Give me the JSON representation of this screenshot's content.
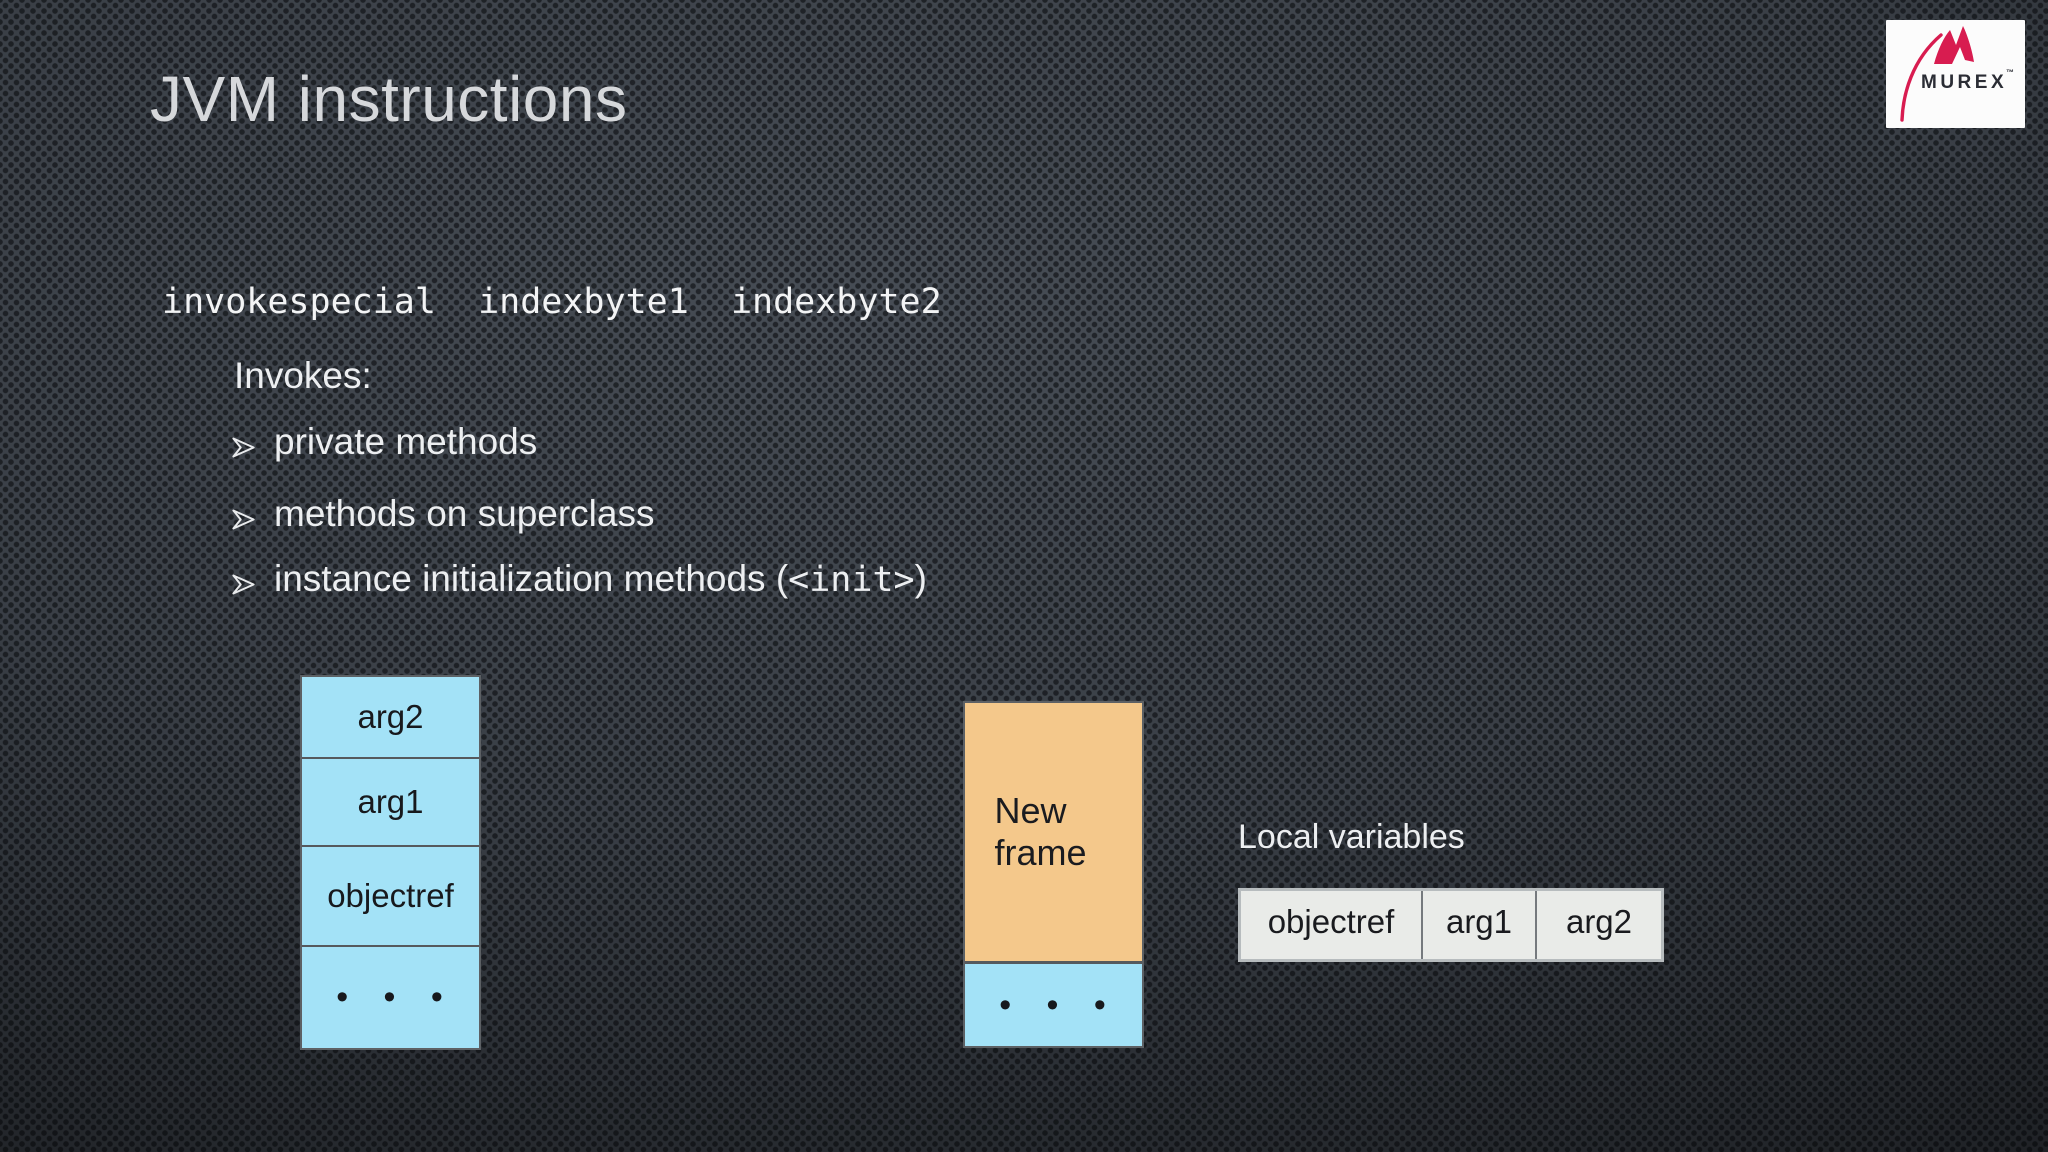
{
  "slide": {
    "title": "JVM instructions",
    "code_line": "invokespecial  indexbyte1  indexbyte2",
    "invokes_heading": "Invokes:",
    "bullets": [
      {
        "text": "private methods"
      },
      {
        "text": "methods on superclass"
      },
      {
        "before": "instance initialization methods (",
        "code": "<init>",
        "after": ")"
      }
    ]
  },
  "operand_stack": {
    "cells": [
      "arg2",
      "arg1",
      "objectref",
      "• • •"
    ]
  },
  "new_frame": {
    "label": "New frame",
    "dots": "• • •"
  },
  "local_variables": {
    "label": "Local variables",
    "cells": [
      "objectref",
      "arg1",
      "arg2"
    ]
  },
  "logo": {
    "brand": "MUREX",
    "tm": "™"
  },
  "colors": {
    "background": "#363b42",
    "cell_blue": "#a3e2f7",
    "frame_orange": "#f4c88b",
    "table_gray": "#e9ebe8",
    "brand_pink": "#d81c50",
    "title_text": "#d6d8db"
  }
}
